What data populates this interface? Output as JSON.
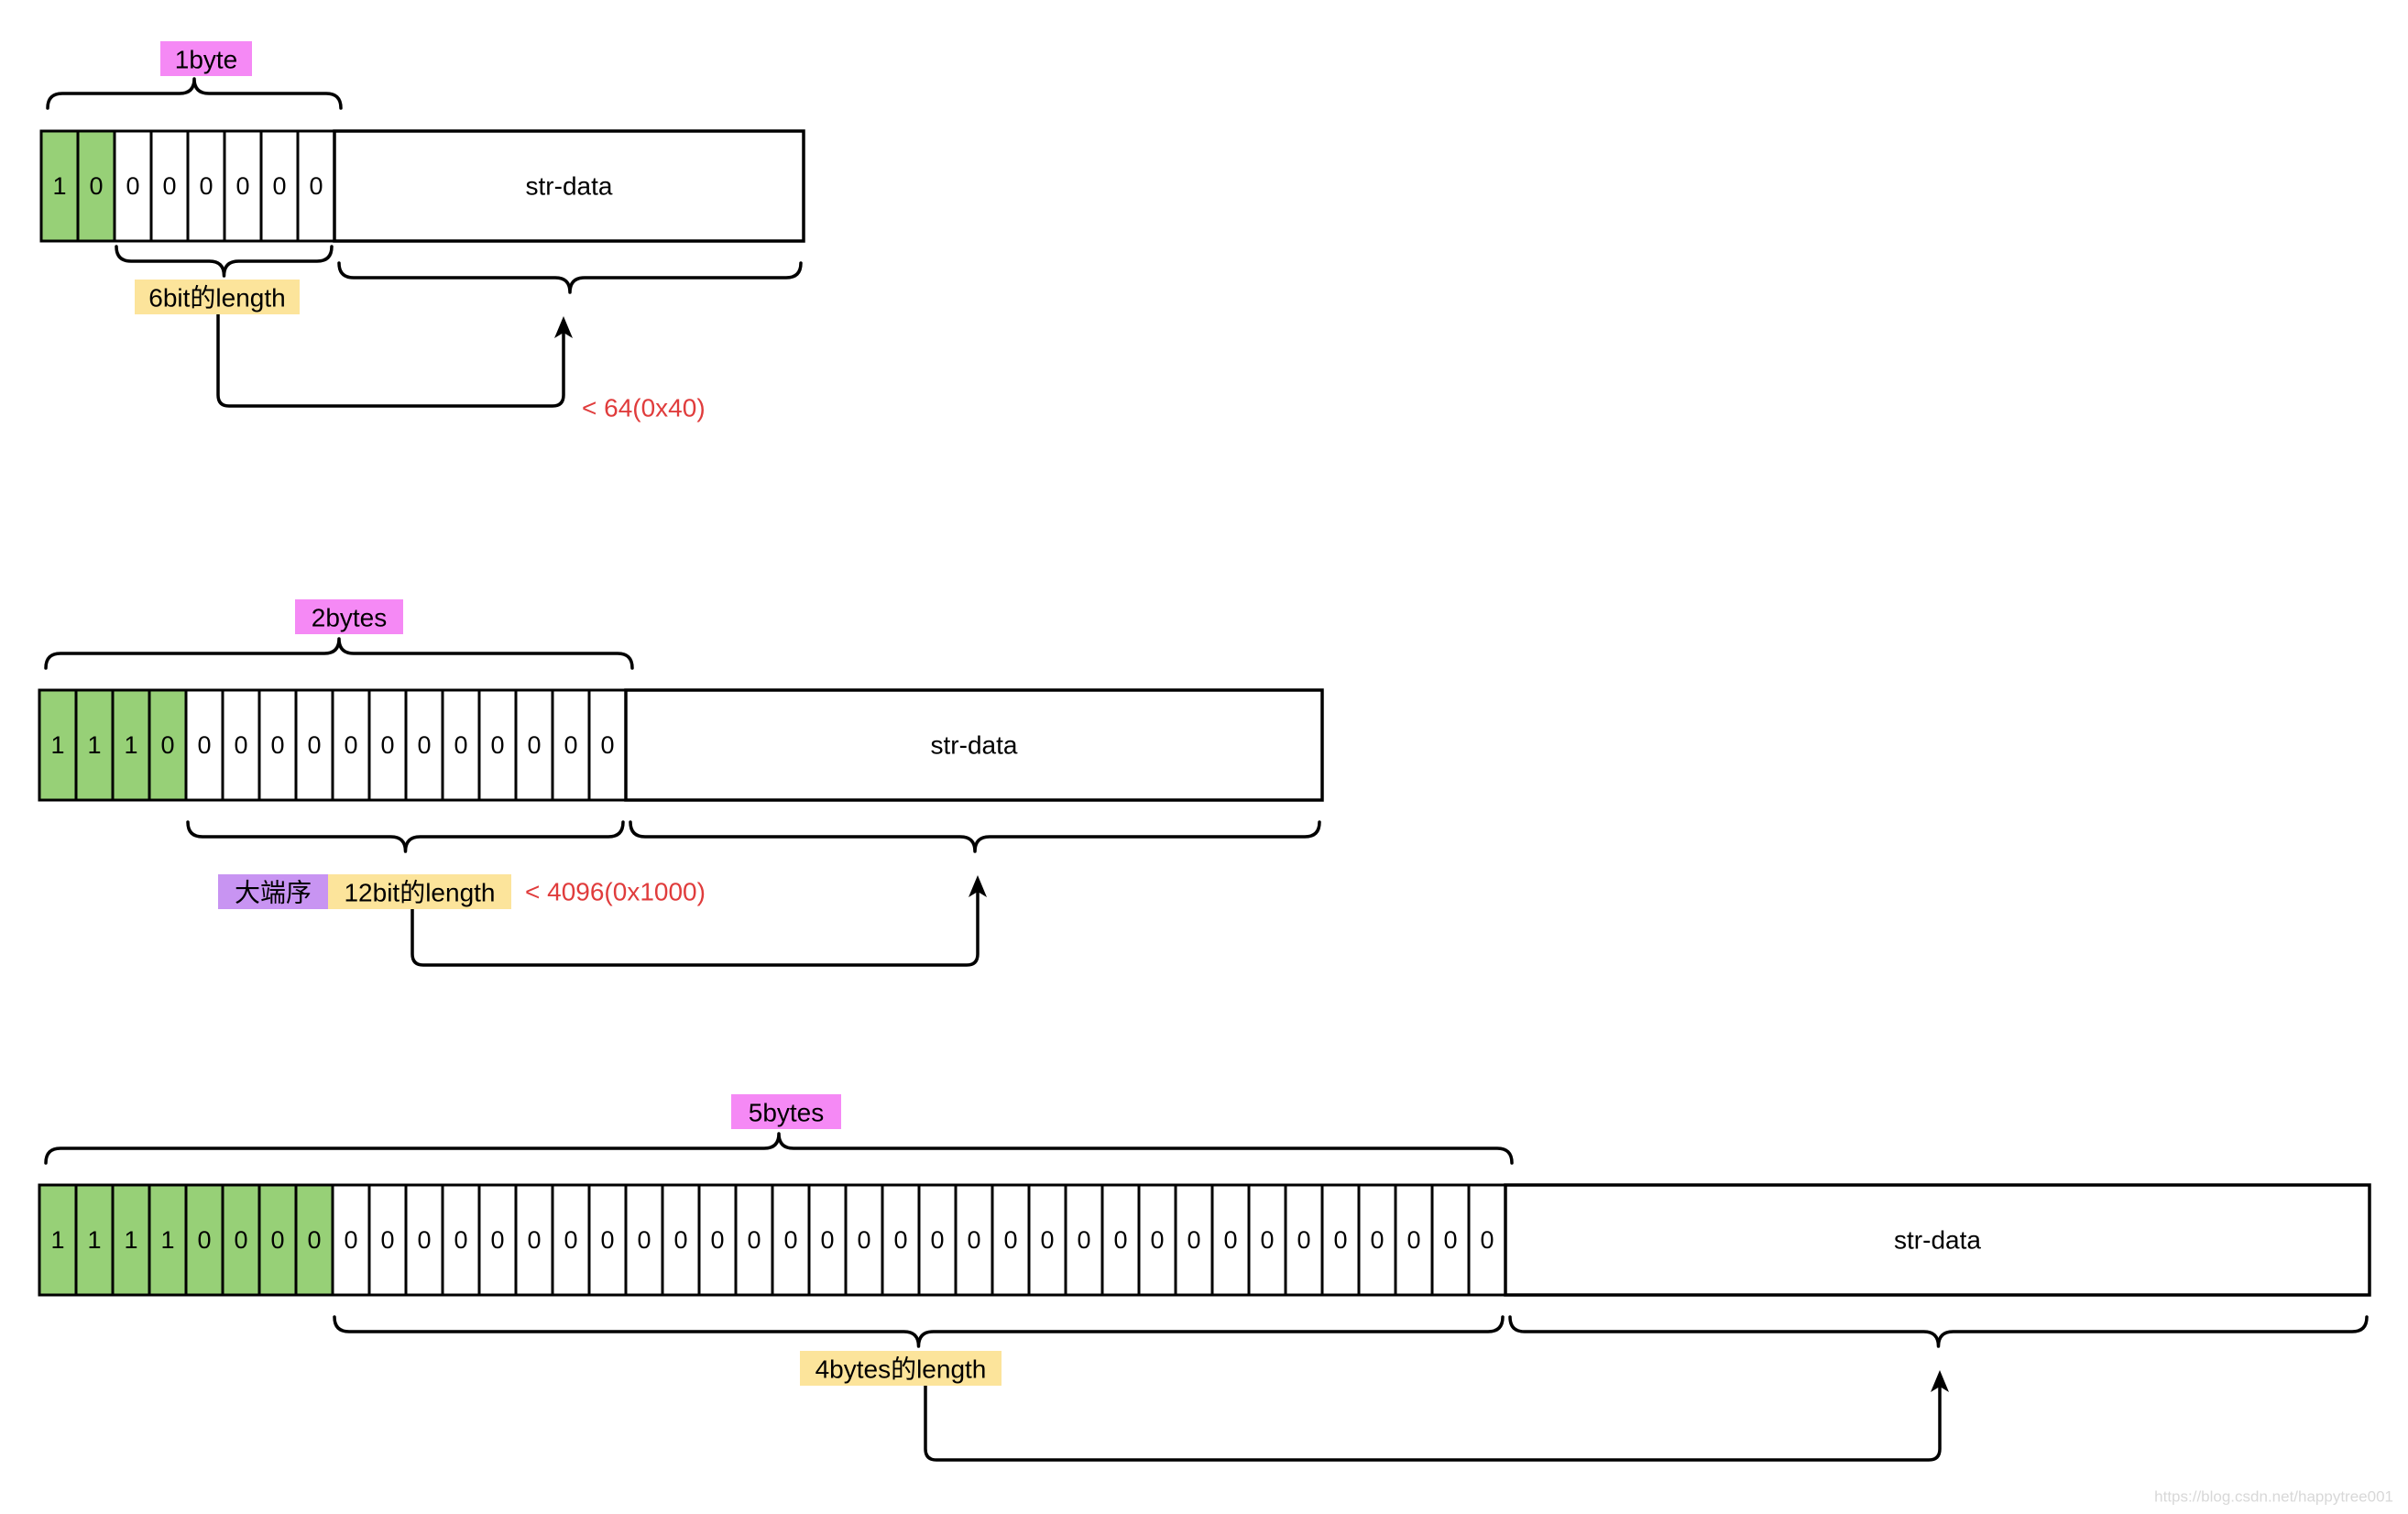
{
  "colors": {
    "header_bit": "#97d077",
    "length_bit": "#ffffff",
    "byte_label_bg": "#f589f5",
    "length_label_bg": "#fce49b",
    "endian_label_bg": "#c894f2",
    "note_text": "#e03c3c",
    "border": "#000000"
  },
  "encodings": [
    {
      "byte_label": "1byte",
      "bits": [
        "1",
        "0",
        "0",
        "0",
        "0",
        "0",
        "0",
        "0"
      ],
      "header_bit_count": 2,
      "data_label": "str-data",
      "length_label": "6bit的length",
      "endian_label": "",
      "limit_note": "< 64(0x40)"
    },
    {
      "byte_label": "2bytes",
      "bits": [
        "1",
        "1",
        "1",
        "0",
        "0",
        "0",
        "0",
        "0",
        "0",
        "0",
        "0",
        "0",
        "0",
        "0",
        "0",
        "0"
      ],
      "header_bit_count": 4,
      "data_label": "str-data",
      "length_label": "12bit的length",
      "endian_label": "大端序",
      "limit_note": "< 4096(0x1000)"
    },
    {
      "byte_label": "5bytes",
      "bits": [
        "1",
        "1",
        "1",
        "1",
        "0",
        "0",
        "0",
        "0",
        "0",
        "0",
        "0",
        "0",
        "0",
        "0",
        "0",
        "0",
        "0",
        "0",
        "0",
        "0",
        "0",
        "0",
        "0",
        "0",
        "0",
        "0",
        "0",
        "0",
        "0",
        "0",
        "0",
        "0",
        "0",
        "0",
        "0",
        "0",
        "0",
        "0",
        "0",
        "0"
      ],
      "header_bit_count": 8,
      "data_label": "str-data",
      "length_label": "4bytes的length",
      "endian_label": "",
      "limit_note": ""
    }
  ],
  "watermark": "https://blog.csdn.net/happytree001"
}
